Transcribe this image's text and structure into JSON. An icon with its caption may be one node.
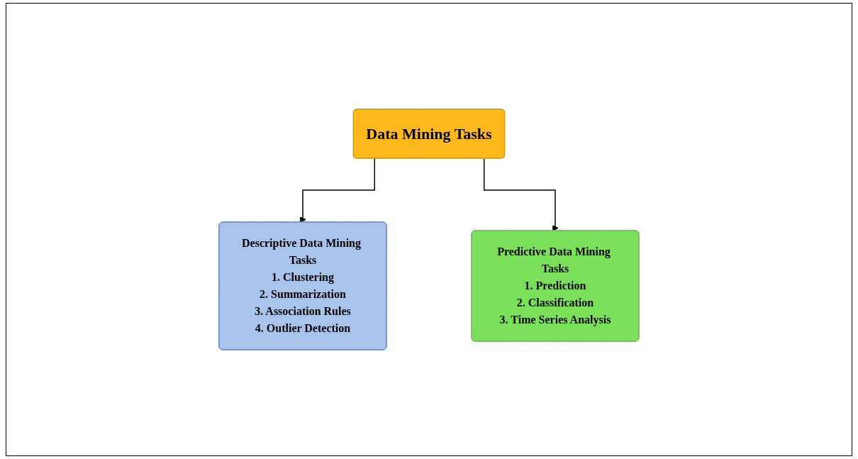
{
  "diagram": {
    "nodes": [
      {
        "text": [
          "Data Mining Tasks"
        ]
      },
      {
        "text": [
          "Descriptive Data Mining Tasks",
          "1. Clustering",
          "2. Summarization",
          "3. Association Rules",
          "4. Outlier Detection"
        ]
      },
      {
        "text": [
          "Predictive Data Mining Tasks",
          "1. Prediction",
          "2. Classification",
          "3. Time Series Analysis"
        ]
      }
    ],
    "edges": [
      {
        "from": 0,
        "to": 1,
        "arrow": "to"
      },
      {
        "from": 0,
        "to": 2,
        "arrow": "to"
      }
    ]
  }
}
